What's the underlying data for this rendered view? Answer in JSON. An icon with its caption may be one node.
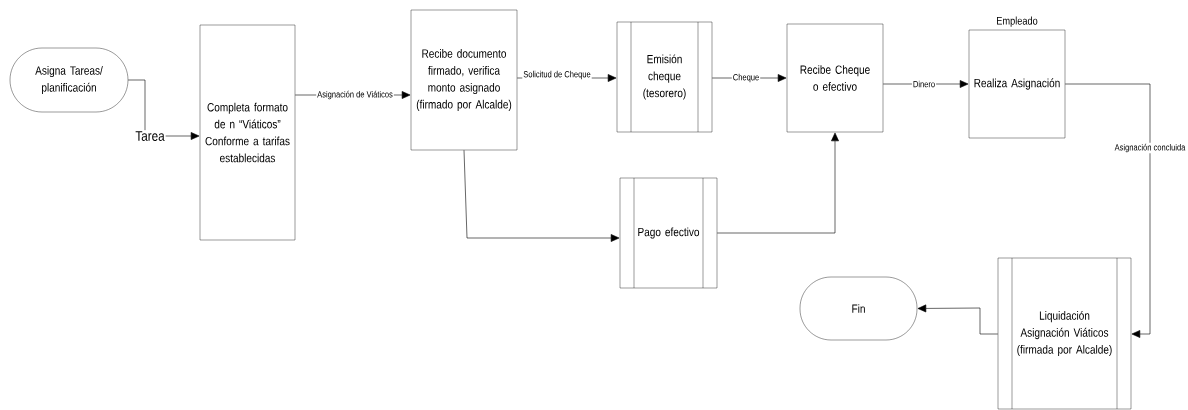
{
  "diagram": {
    "nodes": [
      {
        "text": [
          "Asigna Tareas/ planificación"
        ]
      },
      {
        "text": [
          "Completa formato de n “Viáticos” Conforme a tarifas establecidas"
        ]
      },
      {
        "text": [
          "Recibe documento firmado, verifica monto asignado (firmado por Alcalde)"
        ]
      },
      {
        "text": [
          "Emisión cheque (tesorero)"
        ]
      },
      {
        "text": [
          "Recibe Cheque o efectivo"
        ]
      },
      {
        "text": [
          "Empleado",
          "Realiza Asignación"
        ]
      },
      {
        "text": [
          "Pago efectivo"
        ]
      },
      {
        "text": [
          "Liquidación Asignación Viáticos (firmada por Alcalde)"
        ]
      },
      {
        "text": [
          "Fin"
        ]
      }
    ],
    "edges": [
      {
        "from": 0,
        "to": 1,
        "arrow": "to",
        "label": "Tarea"
      },
      {
        "from": 1,
        "to": 2,
        "arrow": "to",
        "label": "Asignación de Viáticos"
      },
      {
        "from": 2,
        "to": 3,
        "arrow": "to",
        "label": "Solicitud de Cheque"
      },
      {
        "from": 3,
        "to": 4,
        "arrow": "to",
        "label": "Cheque"
      },
      {
        "from": 4,
        "to": 5,
        "arrow": "to",
        "label": "Dinero"
      },
      {
        "from": 2,
        "to": 6,
        "arrow": "to"
      },
      {
        "from": 6,
        "to": 4,
        "arrow": "to"
      },
      {
        "from": 5,
        "to": 7,
        "arrow": "to",
        "label": "Asignación concluida"
      },
      {
        "from": 7,
        "to": 8,
        "arrow": "to"
      }
    ]
  }
}
